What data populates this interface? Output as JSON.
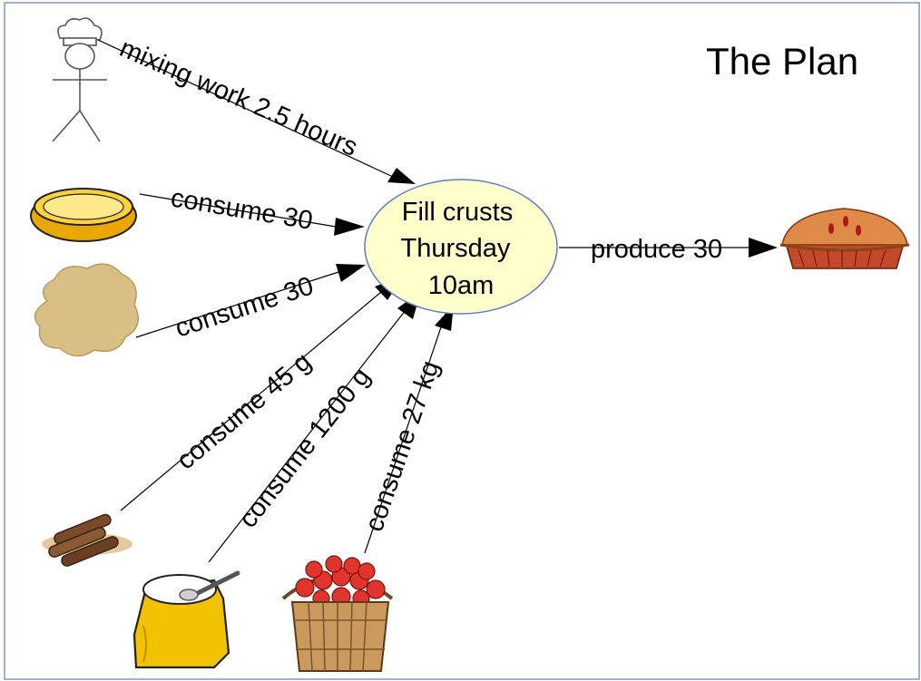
{
  "title": "The Plan",
  "center_node": {
    "lines": [
      "Fill crusts",
      "Thursday",
      "10am"
    ],
    "fill": "#ffffcc",
    "stroke": "#5b7ec2"
  },
  "edges": [
    {
      "label": "mixing work 2.5 hours",
      "from": "chef-icon"
    },
    {
      "label": "consume 30",
      "from": "pie-crust-icon"
    },
    {
      "label": "consume 30",
      "from": "dough-icon"
    },
    {
      "label": "consume 45 g",
      "from": "cinnamon-icon"
    },
    {
      "label": "consume 1200 g",
      "from": "flour-bag-icon"
    },
    {
      "label": "consume 27 kg",
      "from": "apple-basket-icon"
    },
    {
      "label": "produce 30",
      "to": "apple-pie-icon"
    }
  ],
  "colors": {
    "frame": "#5b7ec2",
    "node_fill": "#ffffcc",
    "crust": "#f2c200",
    "dough": "#d9bf85",
    "pie": "#d2693c",
    "apple": "#e0342c",
    "basket": "#c99a5b"
  }
}
